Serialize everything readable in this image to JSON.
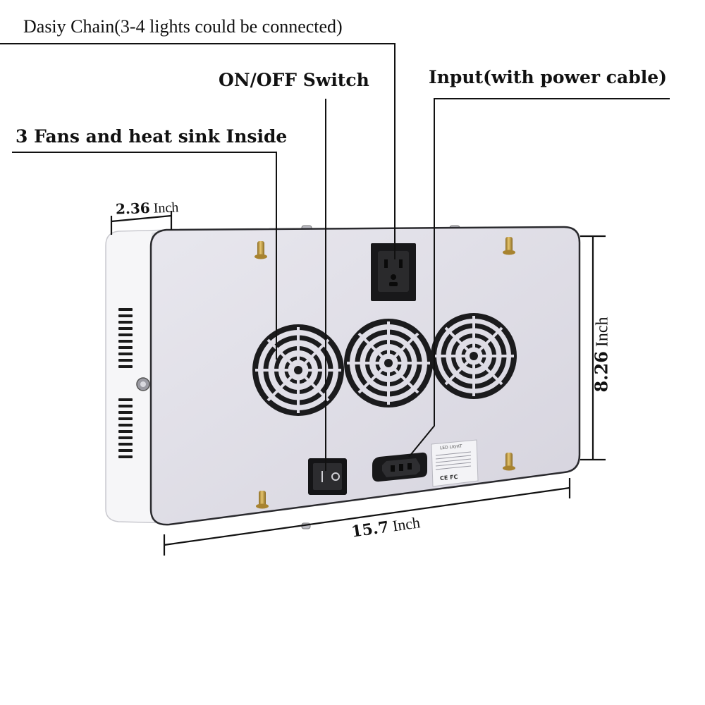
{
  "callouts": {
    "daisy_chain": "Dasiy Chain(3-4 lights could be connected)",
    "switch": "ON/OFF Switch",
    "input": "Input(with power cable)",
    "fans": "3 Fans and heat sink Inside"
  },
  "dimensions": {
    "depth": {
      "value": "2.36",
      "unit": "Inch"
    },
    "height": {
      "value": "8.26",
      "unit": "Inch"
    },
    "width": {
      "value": "15.7",
      "unit": "Inch"
    }
  },
  "product_label": {
    "title": "LED LIGHT",
    "marks": "CE FC"
  },
  "colors": {
    "panel": "#dfdde6",
    "case": "#f4f4f6",
    "brass": "#c9a24a",
    "line": "#111111"
  }
}
